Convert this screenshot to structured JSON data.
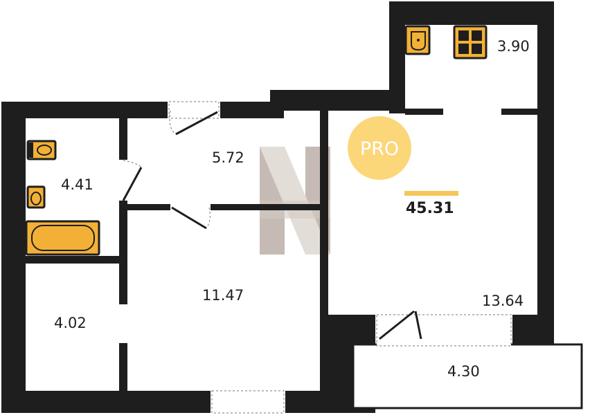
{
  "rooms": [
    {
      "id": "kitchen",
      "label": "3.90"
    },
    {
      "id": "bath",
      "label": "4.41"
    },
    {
      "id": "hall",
      "label": "5.72"
    },
    {
      "id": "storage",
      "label": "4.02"
    },
    {
      "id": "bedroom",
      "label": "11.47"
    },
    {
      "id": "living",
      "label": "13.64"
    },
    {
      "id": "balcony",
      "label": "4.30"
    }
  ],
  "total_area": "45.31",
  "badge": {
    "label": "PRO",
    "color": "#fbd77a"
  },
  "colors": {
    "wall": "#1e1e1e",
    "fixture": "#f2b136",
    "accent": "#f5c65a",
    "watermark": "#b0a49a"
  },
  "icons": [
    "toilet-icon",
    "sink-icon",
    "bathtub-icon",
    "kitchen-sink-icon",
    "stove-icon",
    "watermark-logo-icon"
  ]
}
